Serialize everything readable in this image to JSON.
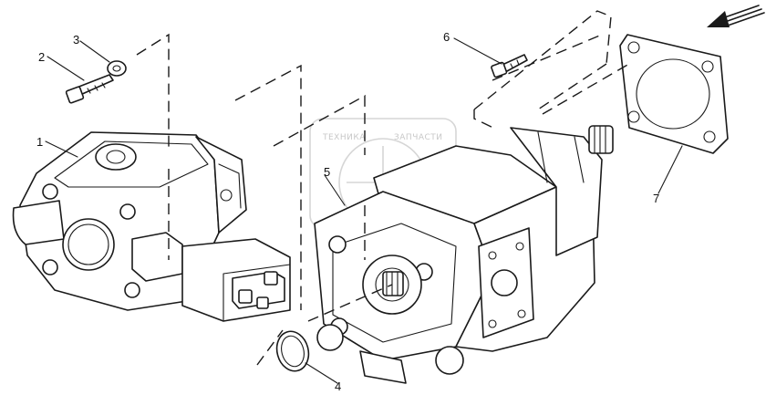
{
  "callouts": [
    {
      "id": "1",
      "label": "1"
    },
    {
      "id": "2",
      "label": "2"
    },
    {
      "id": "3",
      "label": "3"
    },
    {
      "id": "4",
      "label": "4"
    },
    {
      "id": "5",
      "label": "5"
    },
    {
      "id": "6",
      "label": "6"
    },
    {
      "id": "7",
      "label": "7"
    }
  ],
  "watermark": {
    "text_left": "ТЕХНИКА",
    "text_right": "ЗАПЧАСТИ",
    "colors": {
      "stroke": "#d6d6d6",
      "text": "#c8c8c8"
    }
  },
  "colors": {
    "line": "#1a1a1a",
    "background": "#ffffff"
  }
}
